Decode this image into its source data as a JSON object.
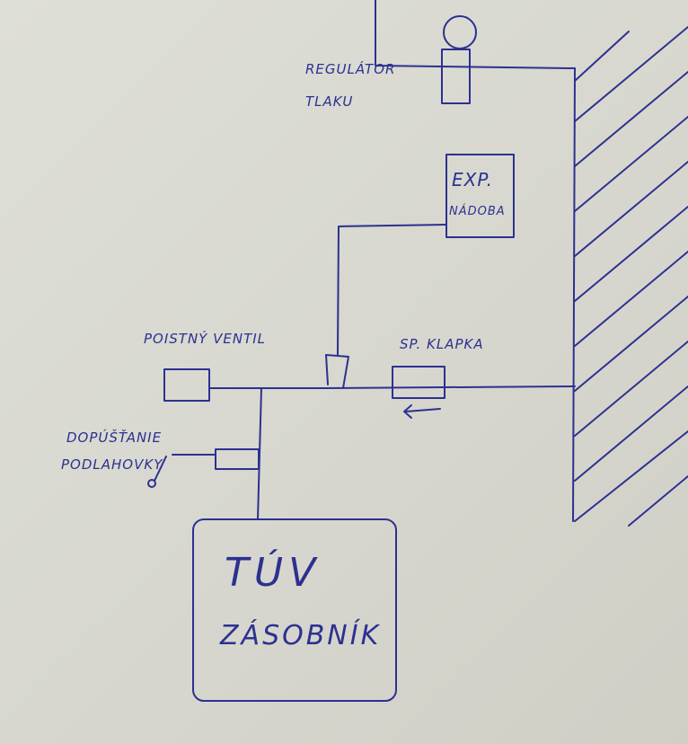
{
  "diagram": {
    "ink_color": "#2c3190",
    "paper_color": "#d9d9d1",
    "labels": {
      "regulator_line1": "REGULÁTOR",
      "regulator_line2": "TLAKU",
      "expansion_line1": "EXP.",
      "expansion_line2": "NÁDOBA",
      "safety_valve": "POISTNÝ VENTIL",
      "check_valve": "SP. KLAPKA",
      "fill_line1": "DOPÚŠŤANIE",
      "fill_line2": "PODLAHOVKY",
      "tank_line1": "TÚV",
      "tank_line2": "ZÁSOBNÍK"
    },
    "check_valve_flow_direction": "left"
  }
}
